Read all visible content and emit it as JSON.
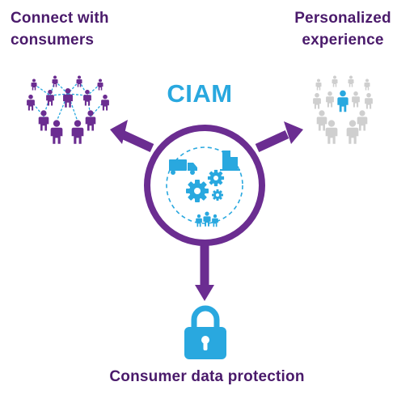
{
  "labels": {
    "top_left": [
      "Connect with",
      "consumers"
    ],
    "top_right": [
      "Personalized",
      "experience"
    ],
    "center": "CIAM",
    "bottom": "Consumer data protection"
  },
  "colors": {
    "purple": "#6b2d91",
    "dark_purple": "#4a1a6b",
    "blue": "#29a8df",
    "gray": "#cfcfcf"
  },
  "icons": [
    "people-network-icon",
    "people-group-icon",
    "truck-icon",
    "building-icon",
    "gears-icon",
    "people-icon",
    "lock-icon"
  ]
}
